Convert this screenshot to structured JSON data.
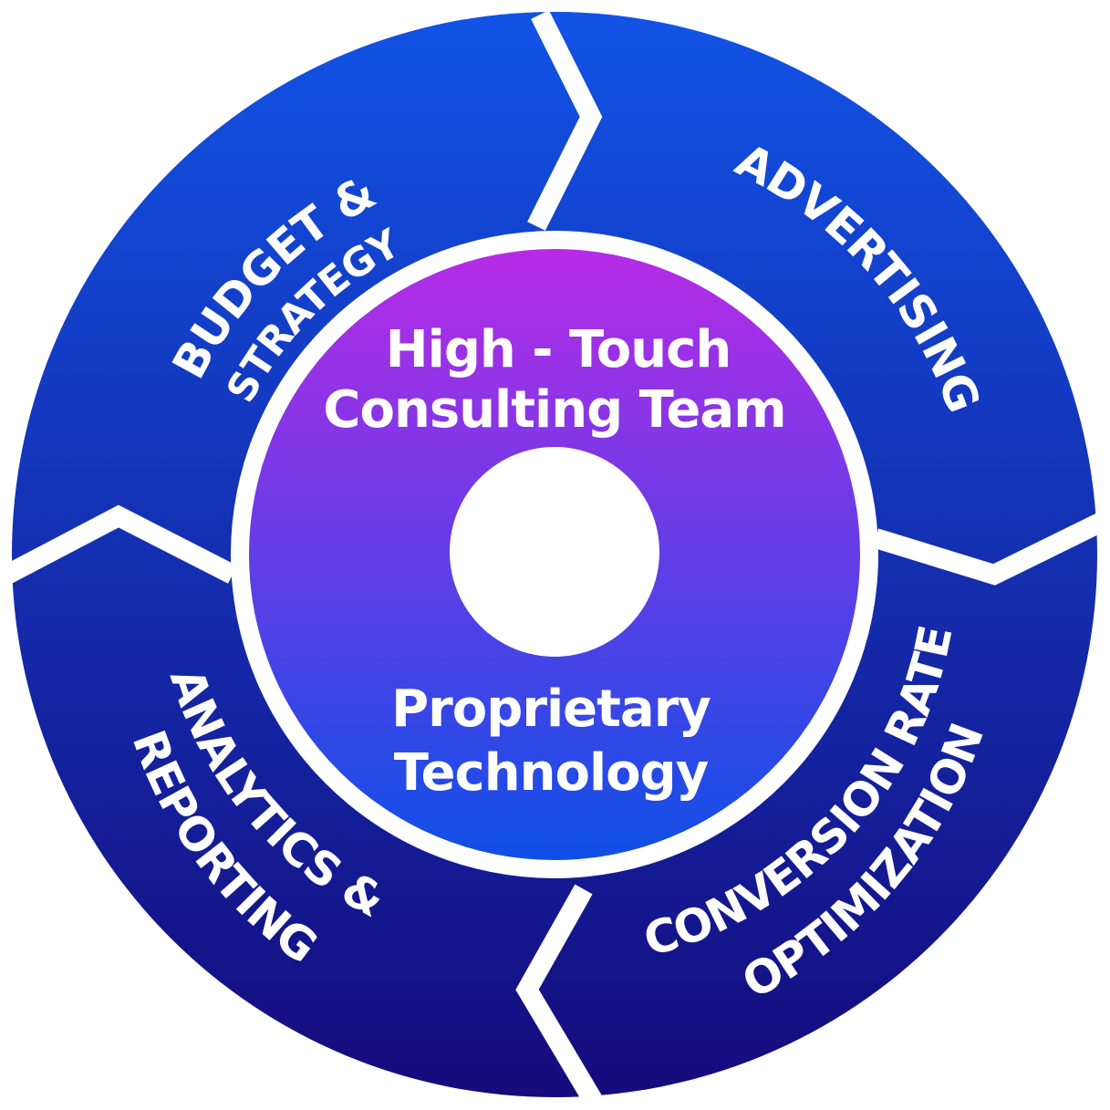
{
  "colors": {
    "outer_top": "#1253e6",
    "outer_bottom": "#150b7c",
    "hub_top": "#b72be6",
    "hub_bottom": "#0f4fe6",
    "separator": "#ffffff",
    "text": "#ffffff"
  },
  "segments": [
    {
      "id": "budget",
      "lines": [
        "BUDGET &",
        "STRATEGY"
      ]
    },
    {
      "id": "advertising",
      "lines": [
        "ADVERTISING"
      ]
    },
    {
      "id": "cro",
      "lines": [
        "CONVERSION RATE",
        "OPTIMIZATION"
      ]
    },
    {
      "id": "analytics",
      "lines": [
        "ANALYTICS &",
        "REPORTING"
      ]
    }
  ],
  "hub": {
    "top_lines": [
      "High - Touch",
      "Consulting Team"
    ],
    "bottom_lines": [
      "Proprietary",
      "Technology"
    ]
  }
}
